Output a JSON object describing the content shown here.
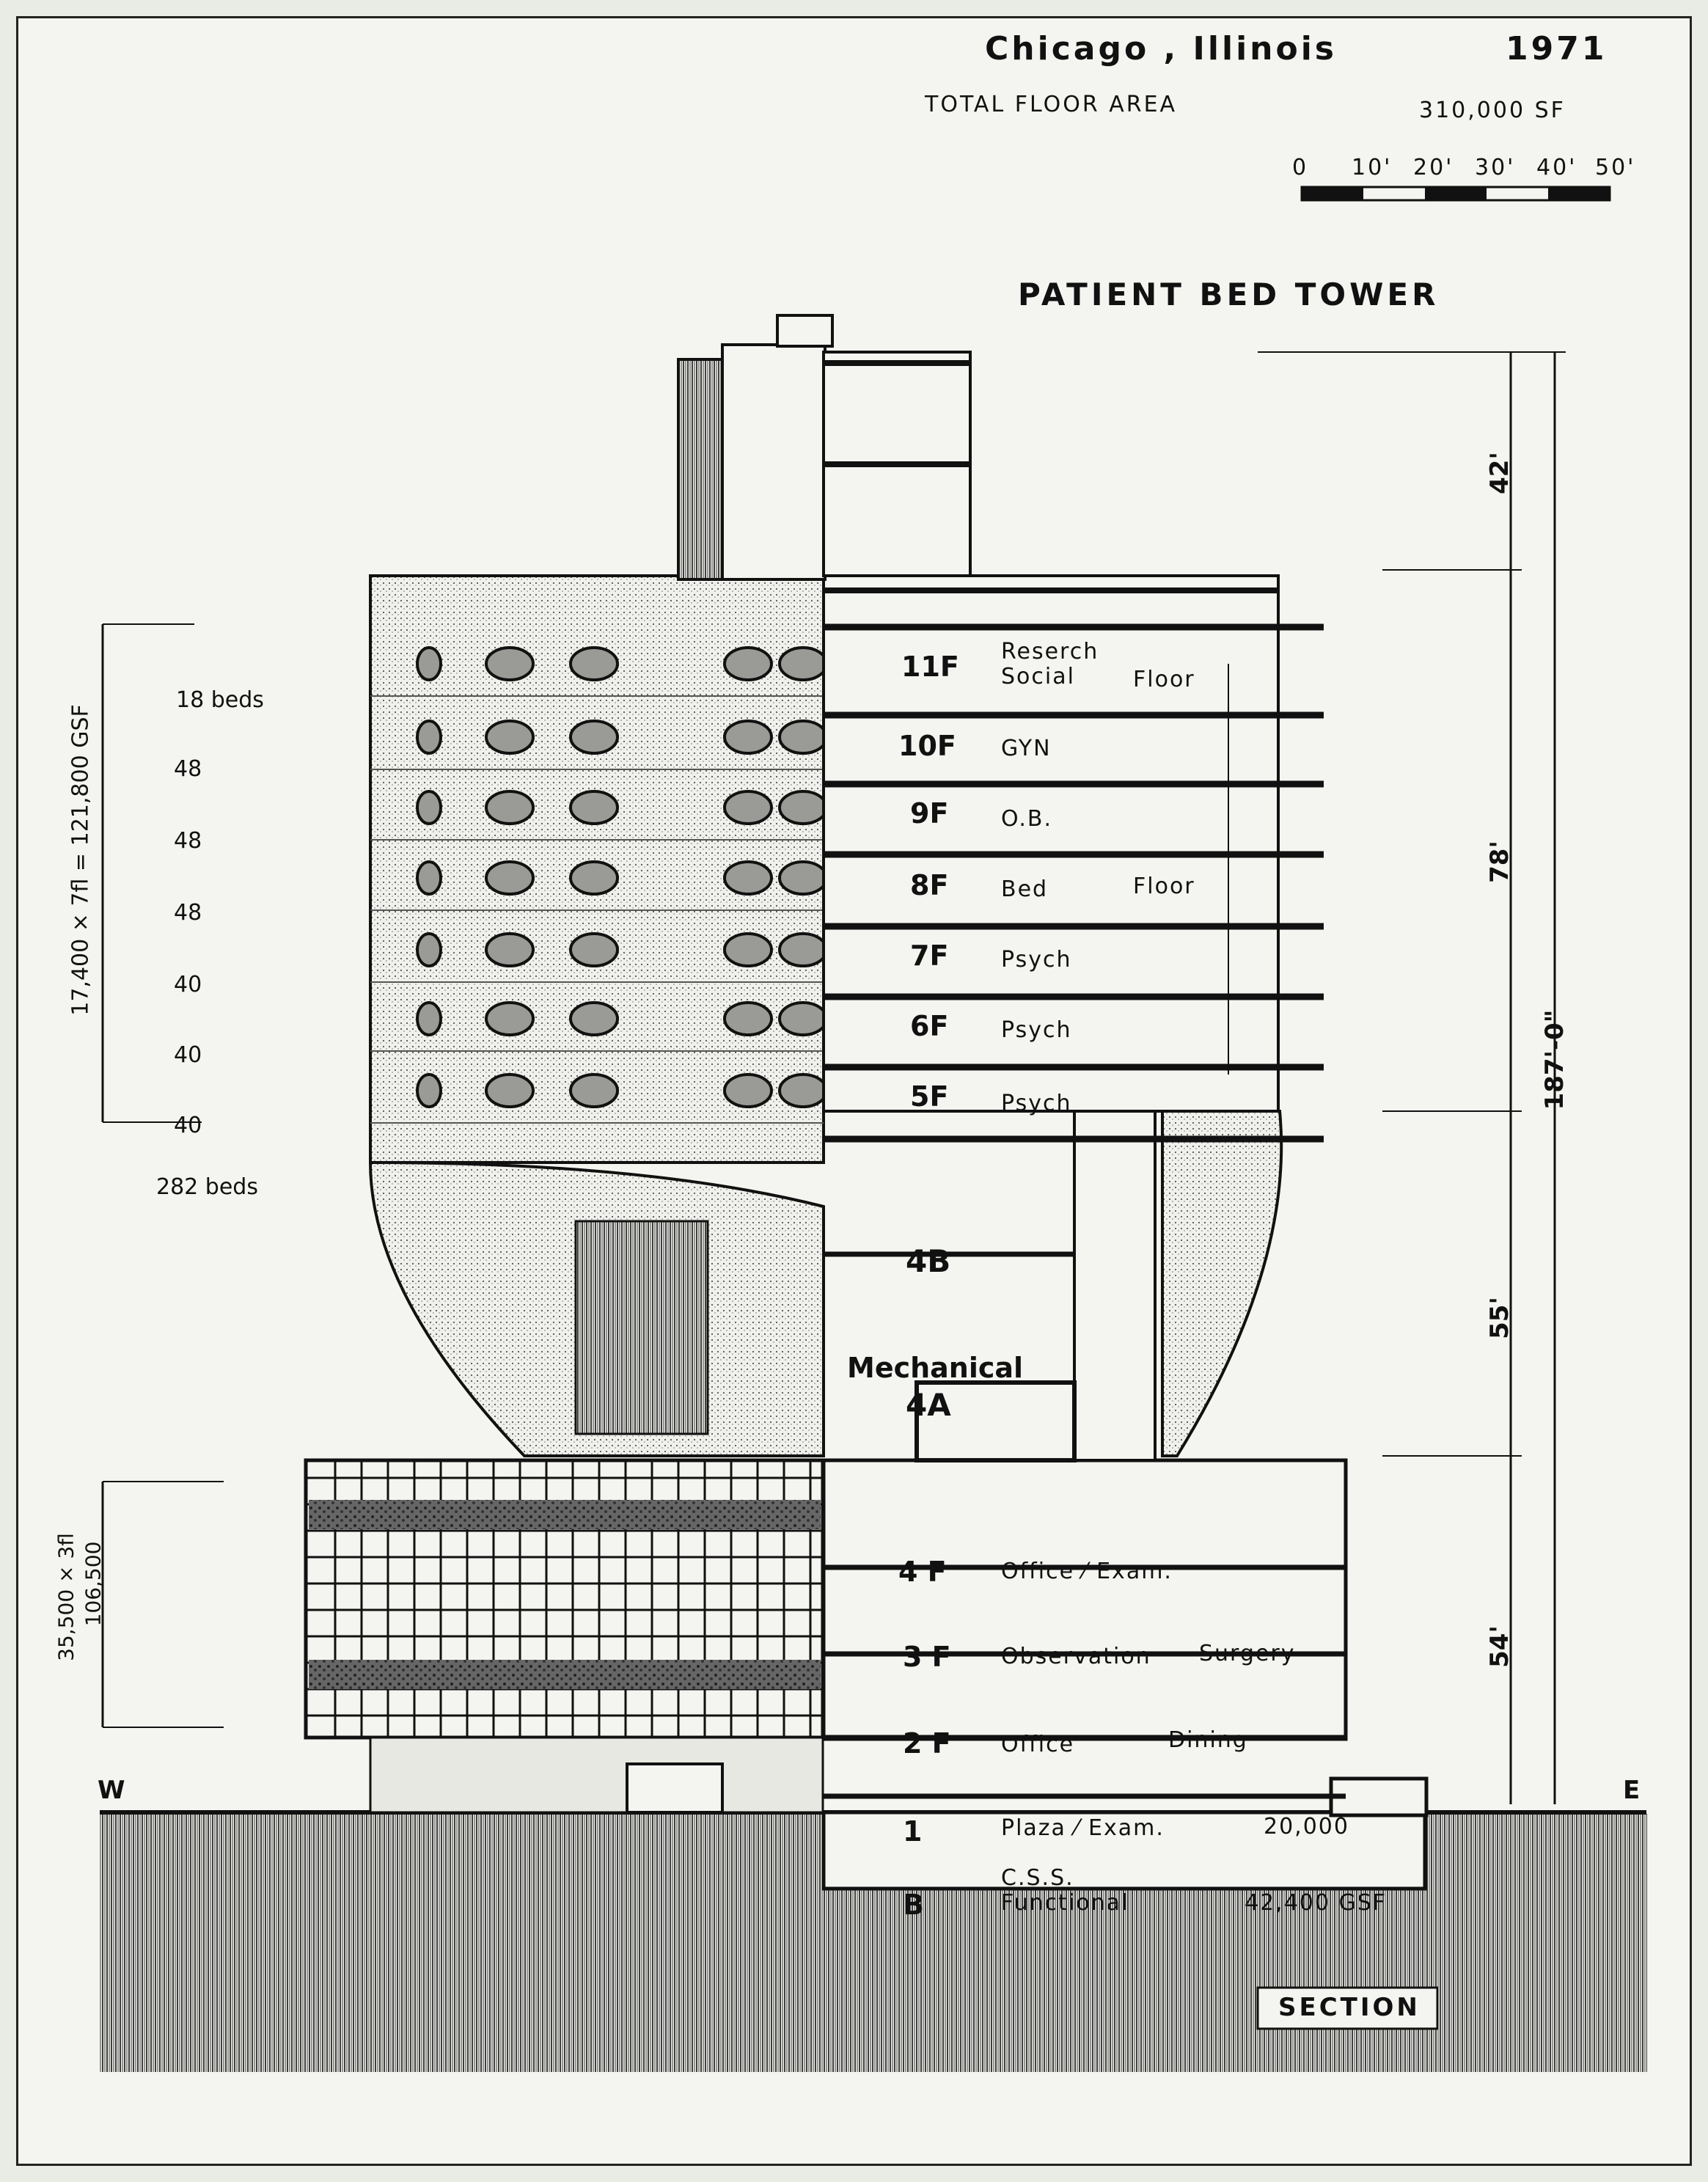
{
  "header": {
    "location": "Chicago , Illinois",
    "year": "1971",
    "area_label": "TOTAL FLOOR AREA",
    "area_value": "310,000 SF"
  },
  "scale_bar": {
    "ticks": [
      "0",
      "10'",
      "20'",
      "30'",
      "40'",
      "50'"
    ]
  },
  "tower_title": "PATIENT BED TOWER",
  "floors": [
    {
      "id": "11F",
      "use": [
        "Reserch",
        "Social"
      ],
      "extra": "Floor"
    },
    {
      "id": "10F",
      "use": [
        "GYN"
      ],
      "extra": ""
    },
    {
      "id": "9F",
      "use": [
        "O.B."
      ],
      "extra": ""
    },
    {
      "id": "8F",
      "use": [
        "Bed"
      ],
      "extra": "Floor"
    },
    {
      "id": "7F",
      "use": [
        "Psych"
      ],
      "extra": ""
    },
    {
      "id": "6F",
      "use": [
        "Psych"
      ],
      "extra": ""
    },
    {
      "id": "5F",
      "use": [
        "Psych"
      ],
      "extra": ""
    },
    {
      "id": "4B",
      "use": [],
      "extra": ""
    },
    {
      "id": "4A",
      "use": [
        "Mechanical"
      ],
      "extra": ""
    },
    {
      "id": "4 F",
      "use": [
        "Office ⁄ Exam."
      ],
      "extra": ""
    },
    {
      "id": "3 F",
      "use": [
        "Observation"
      ],
      "extra": "Surgery"
    },
    {
      "id": "2 F",
      "use": [
        "Office"
      ],
      "extra": "Dining"
    },
    {
      "id": "1",
      "use": [
        "Plaza ⁄ Exam."
      ],
      "extra": "20,000"
    },
    {
      "id": "B",
      "use": [
        "C.S.S.",
        "Functional"
      ],
      "extra": "42,400 GSF"
    }
  ],
  "beds": {
    "counts": [
      "18 beds",
      "48",
      "48",
      "48",
      "40",
      "40",
      "40"
    ],
    "total": "282 beds",
    "tower_gsf": "17,400 × 7fl = 121,800 GSF"
  },
  "base_area": {
    "formula": "35,500 × 3fl",
    "total": "106,500"
  },
  "heights": {
    "top": "42'",
    "tower": "78'",
    "overall": "187'-0\"",
    "mechanical": "55'",
    "base": "54'"
  },
  "compass": {
    "west": "W",
    "east": "E"
  },
  "section_label": "SECTION",
  "colors": {
    "ink": "#111111",
    "paper": "#f4f5f0",
    "screen": "#9a9a96"
  }
}
